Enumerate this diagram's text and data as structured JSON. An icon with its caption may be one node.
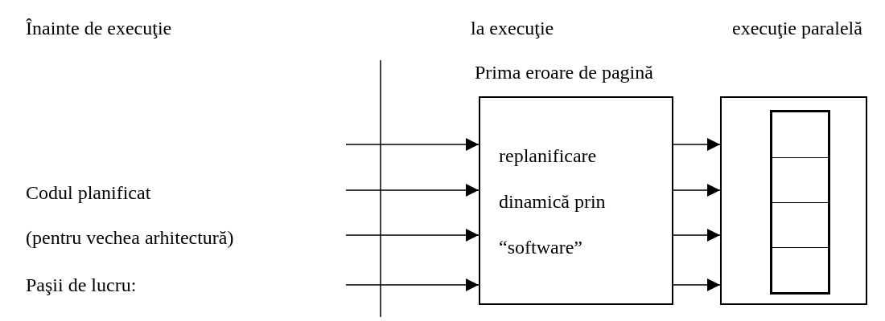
{
  "diagram": {
    "nodes": [
      {
        "text": [
          "replanificare dinamică prin “software”"
        ]
      },
      {
        "text": [],
        "shape": "box"
      },
      {
        "text": [],
        "shape": "box",
        "in": 1
      }
    ],
    "edges": [
      {
        "from": null,
        "to": 0,
        "arrow": "to"
      },
      {
        "from": null,
        "to": 0,
        "arrow": "to"
      },
      {
        "from": null,
        "to": 0,
        "arrow": "to"
      },
      {
        "from": null,
        "to": 0,
        "arrow": "to"
      },
      {
        "from": 0,
        "to": 1,
        "arrow": "to"
      },
      {
        "from": 0,
        "to": 1,
        "arrow": "to"
      },
      {
        "from": 0,
        "to": 1,
        "arrow": "to"
      },
      {
        "from": 0,
        "to": 1,
        "arrow": "to"
      }
    ],
    "labels": [
      "Înainte de execuţie",
      "la execuţie",
      "execuţie paralelă",
      "Prima eroare de pagină",
      "Codul planificat",
      "(pentru vechea arhitectură)",
      "Paşii de lucru:"
    ]
  }
}
